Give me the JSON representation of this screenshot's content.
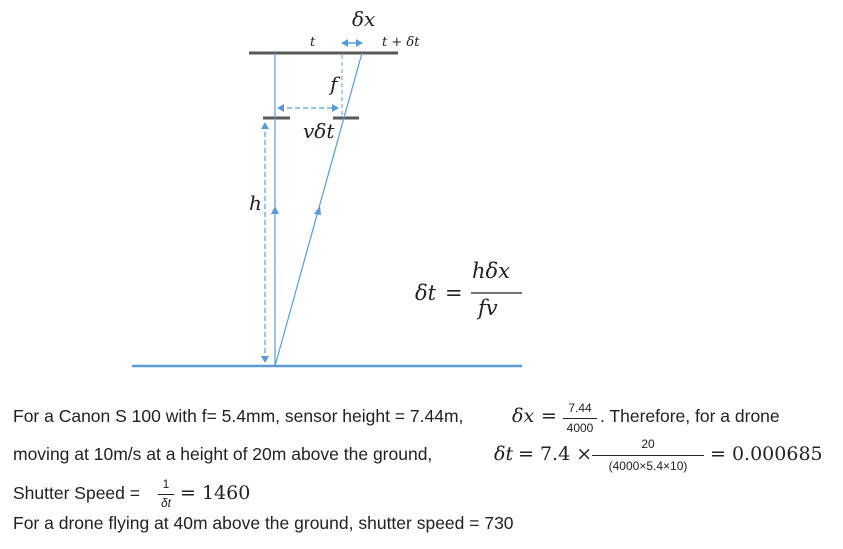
{
  "diagram": {
    "labels": {
      "dx": "δx",
      "t": "t",
      "t_plus_dt": "t + δt",
      "f": "f",
      "v_dt": "vδt",
      "h": "h"
    },
    "formula": {
      "lhs": "δt",
      "eq": "=",
      "numerator": "hδx",
      "denominator": "fv"
    },
    "colors": {
      "blue": "#5b9bd5",
      "gray": "#595959"
    }
  },
  "text": {
    "line1": {
      "part1": "For a Canon S 100 with f= 5.4mm, sensor height = 7.44m, ",
      "dx": "δx",
      "eq": "=",
      "num": "7.44",
      "den": "4000",
      "part2": ". Therefore, for a drone"
    },
    "line2": {
      "part1": "moving at 10m/s at a height of 20m above the ground, ",
      "dt": "δt",
      "eq_val": "= 7.4 ×",
      "num": "20",
      "den": "(4000×5.4×10)",
      "result": "= 0.000685"
    },
    "line3": {
      "part1": "Shutter Speed =",
      "num": "1",
      "den": "δt",
      "result": "= 1460"
    },
    "line4": "For a drone flying at 40m above the ground, shutter speed = 730"
  }
}
